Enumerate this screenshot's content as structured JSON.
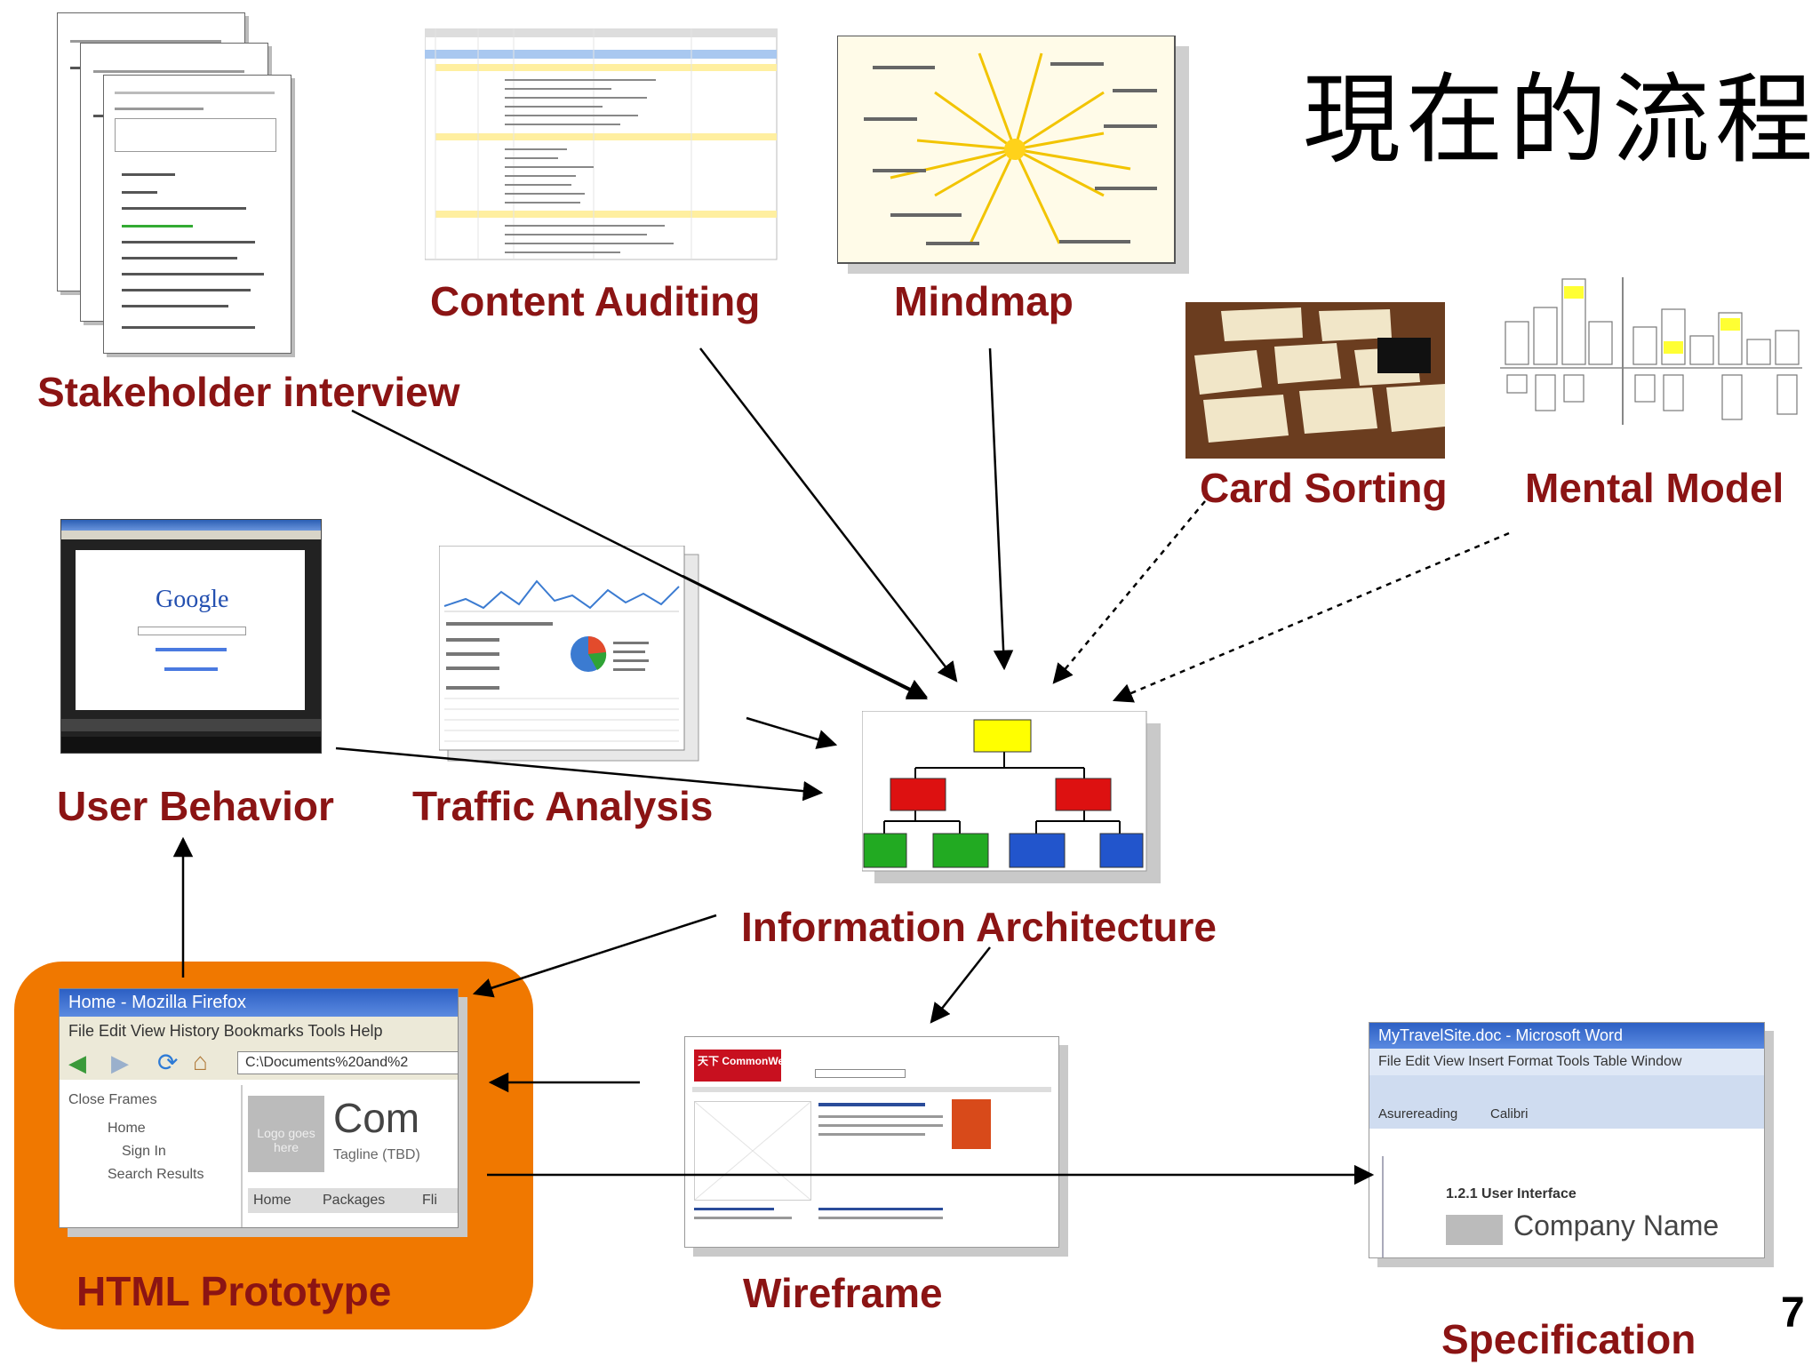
{
  "title": "現在的流程",
  "page_number": "7",
  "labels": {
    "stakeholder": "Stakeholder interview",
    "content_auditing": "Content Auditing",
    "mindmap": "Mindmap",
    "card_sorting": "Card Sorting",
    "mental_model": "Mental Model",
    "user_behavior": "User Behavior",
    "traffic_analysis": "Traffic Analysis",
    "information_architecture": "Information Architecture",
    "html_prototype": "HTML Prototype",
    "wireframe": "Wireframe",
    "specification": "Specification"
  },
  "screens": {
    "google_logo": "Google",
    "firefox_title": "Home - Mozilla Firefox",
    "firefox_menu": "File  Edit  View  History  Bookmarks  Tools  Help",
    "firefox_address": "C:\\Documents%20and%2",
    "firefox_close_frames": "Close Frames",
    "firefox_tree_home": "Home",
    "firefox_tree_signin": "Sign In",
    "firefox_tree_search": "Search Results",
    "firefox_logo": "Logo goes here",
    "firefox_com": "Com",
    "firefox_tagline": "Tagline (TBD)",
    "firefox_nav_home": "Home",
    "firefox_nav_packages": "Packages",
    "firefox_nav_fli": "Fli",
    "word_title": "MyTravelSite.doc - Microsoft Word",
    "word_menu": "File  Edit  View  Insert  Format  Tools  Table  Window",
    "word_style": "Asurereading",
    "word_font": "Calibri",
    "word_heading": "1.2.1 User Interface",
    "word_company": "Company Name",
    "wireframe_brand": "天下 CommonWealth"
  },
  "colors": {
    "label": "#8b1414",
    "prototype_highlight": "#f07800",
    "ia_top": "#ffff00",
    "ia_mid": "#dd1111",
    "ia_green": "#22aa22",
    "ia_blue": "#2255cc"
  }
}
